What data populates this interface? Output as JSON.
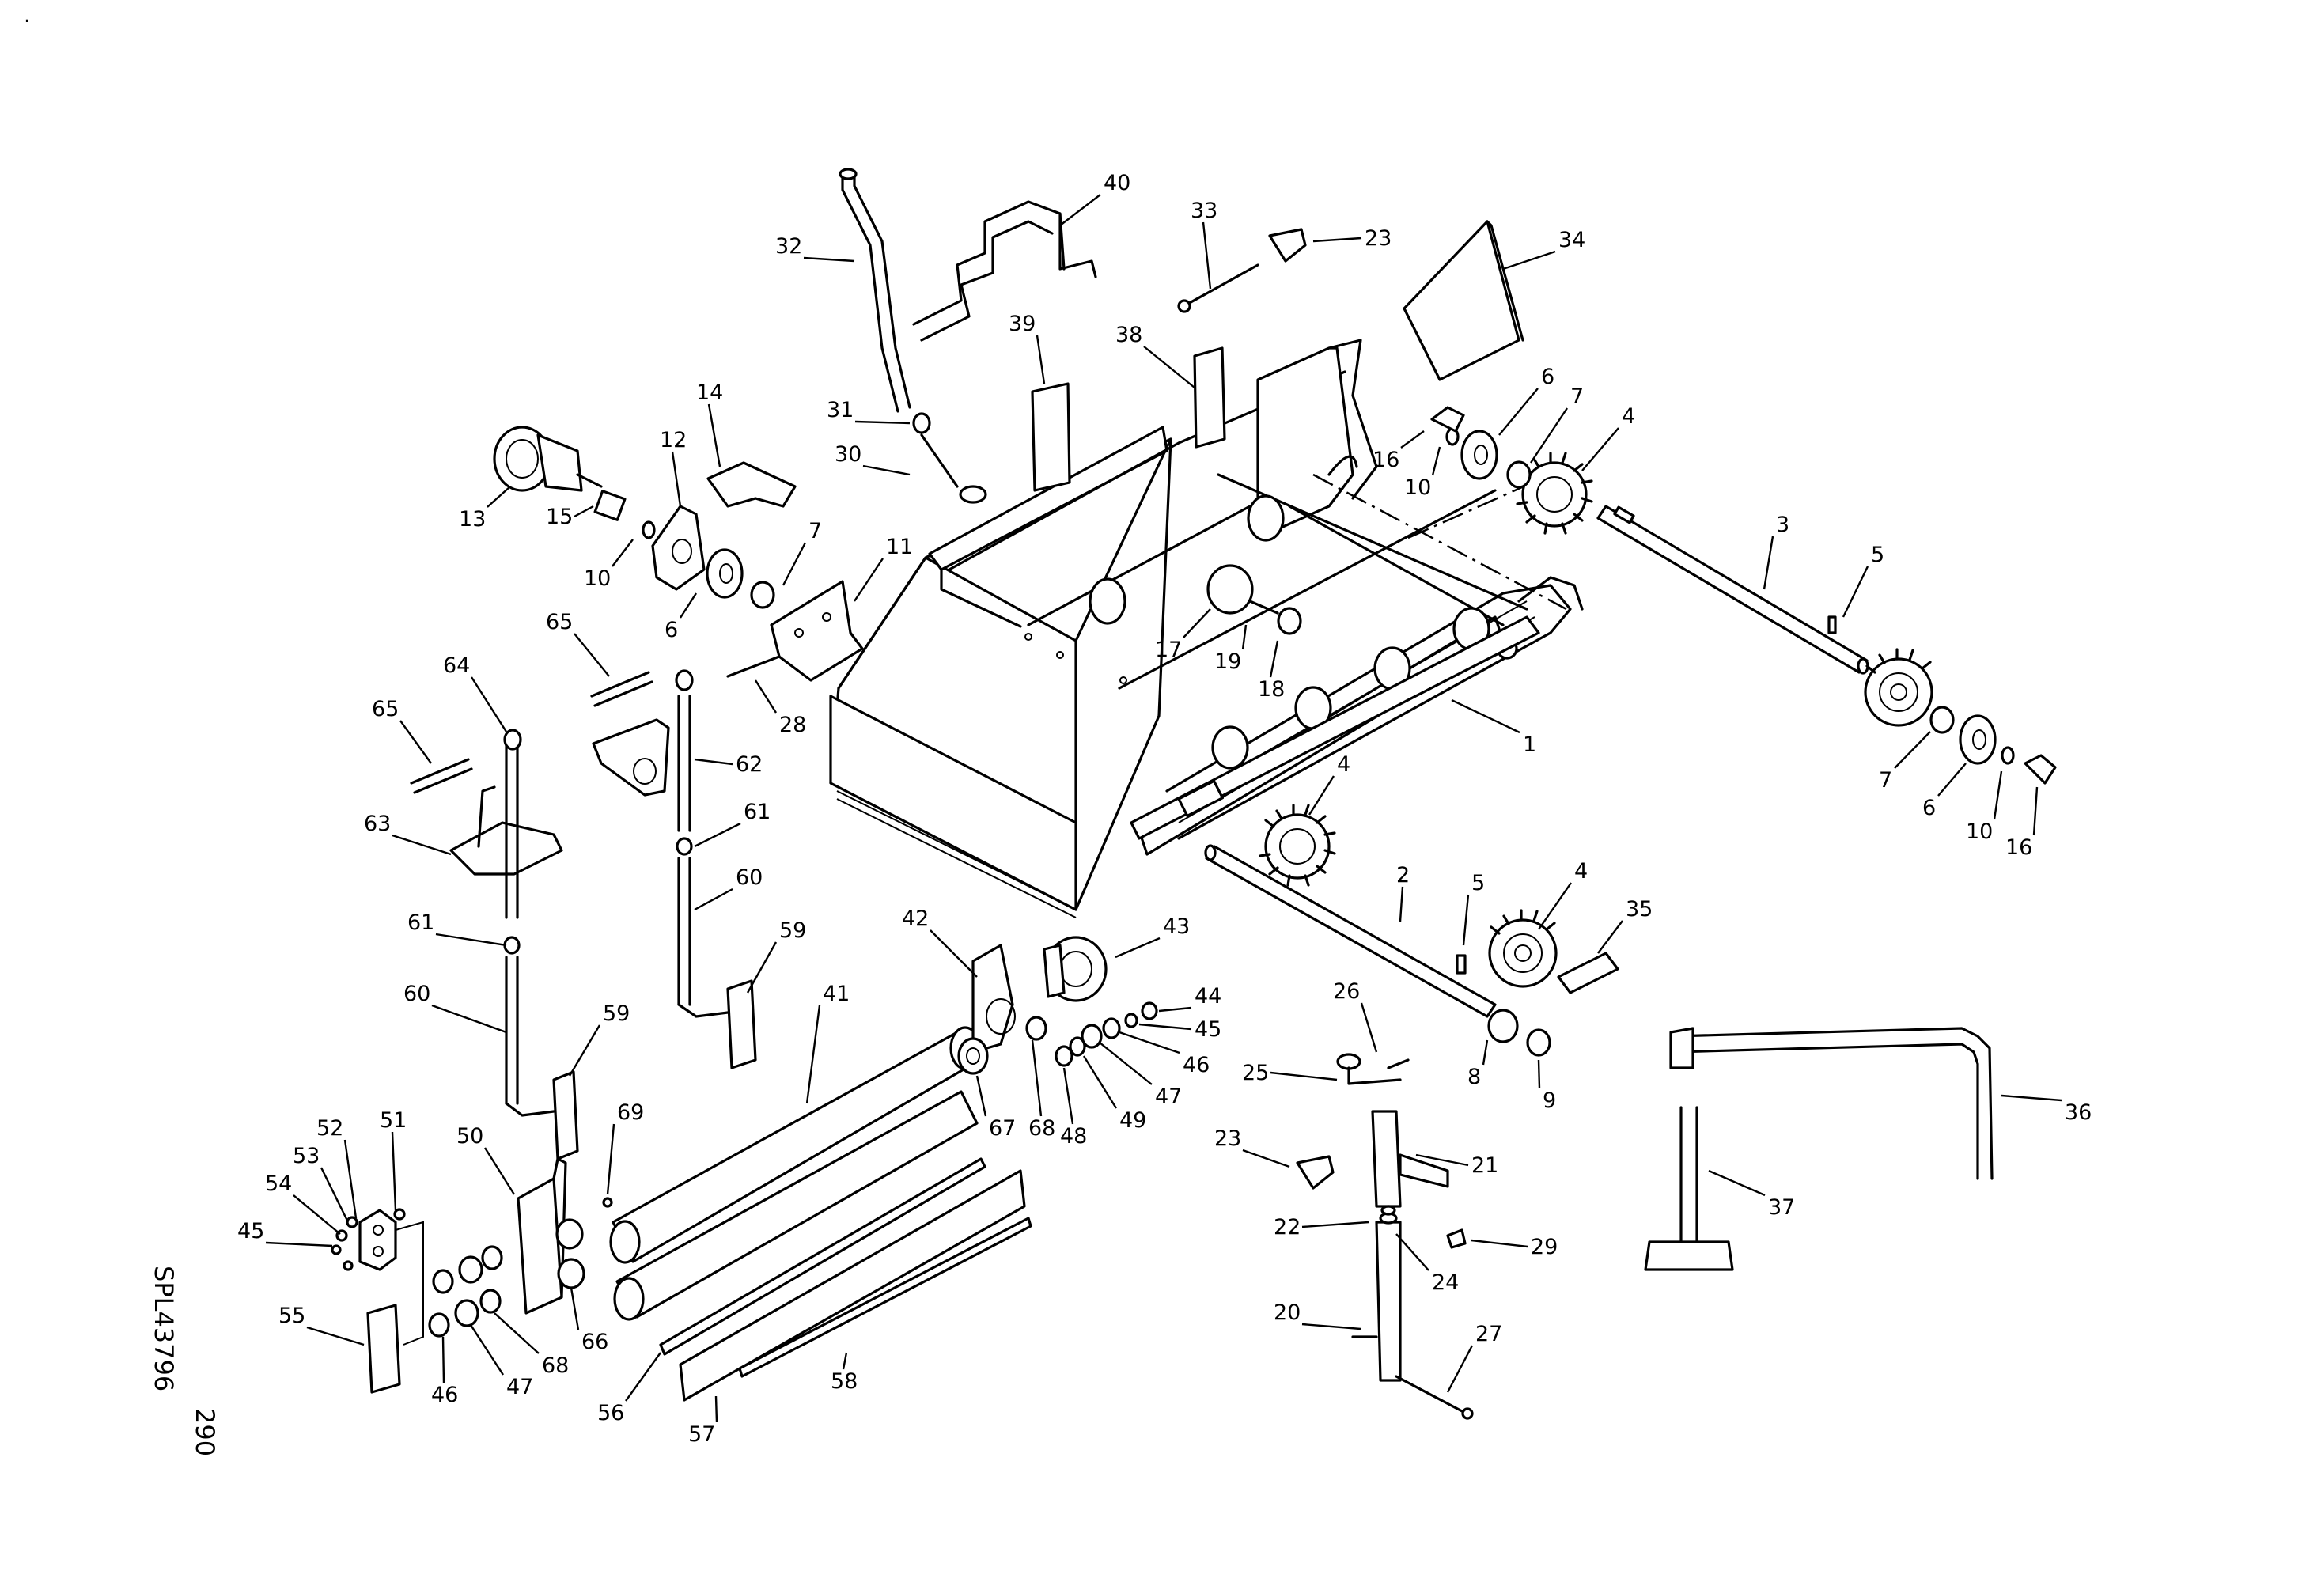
{
  "drawing": {
    "page_number": "290",
    "drawing_code": "SPL43796",
    "stray_mark": "."
  },
  "callouts": [
    {
      "id": "c1",
      "label": "1"
    },
    {
      "id": "c2",
      "label": "2"
    },
    {
      "id": "c3",
      "label": "3"
    },
    {
      "id": "c4a",
      "label": "4"
    },
    {
      "id": "c4b",
      "label": "4"
    },
    {
      "id": "c4c",
      "label": "4"
    },
    {
      "id": "c5a",
      "label": "5"
    },
    {
      "id": "c5b",
      "label": "5"
    },
    {
      "id": "c6a",
      "label": "6"
    },
    {
      "id": "c6b",
      "label": "6"
    },
    {
      "id": "c6c",
      "label": "6"
    },
    {
      "id": "c7a",
      "label": "7"
    },
    {
      "id": "c7b",
      "label": "7"
    },
    {
      "id": "c7c",
      "label": "7"
    },
    {
      "id": "c8",
      "label": "8"
    },
    {
      "id": "c9",
      "label": "9"
    },
    {
      "id": "c10a",
      "label": "10"
    },
    {
      "id": "c10b",
      "label": "10"
    },
    {
      "id": "c10c",
      "label": "10"
    },
    {
      "id": "c11",
      "label": "11"
    },
    {
      "id": "c12",
      "label": "12"
    },
    {
      "id": "c13",
      "label": "13"
    },
    {
      "id": "c14",
      "label": "14"
    },
    {
      "id": "c15",
      "label": "15"
    },
    {
      "id": "c16a",
      "label": "16"
    },
    {
      "id": "c16b",
      "label": "16"
    },
    {
      "id": "c17",
      "label": "17"
    },
    {
      "id": "c18",
      "label": "18"
    },
    {
      "id": "c19",
      "label": "19"
    },
    {
      "id": "c20",
      "label": "20"
    },
    {
      "id": "c21",
      "label": "21"
    },
    {
      "id": "c22",
      "label": "22"
    },
    {
      "id": "c23a",
      "label": "23"
    },
    {
      "id": "c23b",
      "label": "23"
    },
    {
      "id": "c24",
      "label": "24"
    },
    {
      "id": "c25",
      "label": "25"
    },
    {
      "id": "c26",
      "label": "26"
    },
    {
      "id": "c27",
      "label": "27"
    },
    {
      "id": "c28",
      "label": "28"
    },
    {
      "id": "c29",
      "label": "29"
    },
    {
      "id": "c30",
      "label": "30"
    },
    {
      "id": "c31",
      "label": "31"
    },
    {
      "id": "c32",
      "label": "32"
    },
    {
      "id": "c33",
      "label": "33"
    },
    {
      "id": "c34",
      "label": "34"
    },
    {
      "id": "c35",
      "label": "35"
    },
    {
      "id": "c36",
      "label": "36"
    },
    {
      "id": "c37",
      "label": "37"
    },
    {
      "id": "c38",
      "label": "38"
    },
    {
      "id": "c39",
      "label": "39"
    },
    {
      "id": "c40",
      "label": "40"
    },
    {
      "id": "c41",
      "label": "41"
    },
    {
      "id": "c42",
      "label": "42"
    },
    {
      "id": "c43",
      "label": "43"
    },
    {
      "id": "c44",
      "label": "44"
    },
    {
      "id": "c45a",
      "label": "45"
    },
    {
      "id": "c45b",
      "label": "45"
    },
    {
      "id": "c46a",
      "label": "46"
    },
    {
      "id": "c46b",
      "label": "46"
    },
    {
      "id": "c47a",
      "label": "47"
    },
    {
      "id": "c47b",
      "label": "47"
    },
    {
      "id": "c48",
      "label": "48"
    },
    {
      "id": "c49",
      "label": "49"
    },
    {
      "id": "c50",
      "label": "50"
    },
    {
      "id": "c51",
      "label": "51"
    },
    {
      "id": "c52",
      "label": "52"
    },
    {
      "id": "c53",
      "label": "53"
    },
    {
      "id": "c54",
      "label": "54"
    },
    {
      "id": "c55",
      "label": "55"
    },
    {
      "id": "c56",
      "label": "56"
    },
    {
      "id": "c57",
      "label": "57"
    },
    {
      "id": "c58",
      "label": "58"
    },
    {
      "id": "c59a",
      "label": "59"
    },
    {
      "id": "c59b",
      "label": "59"
    },
    {
      "id": "c60a",
      "label": "60"
    },
    {
      "id": "c60b",
      "label": "60"
    },
    {
      "id": "c61a",
      "label": "61"
    },
    {
      "id": "c61b",
      "label": "61"
    },
    {
      "id": "c62",
      "label": "62"
    },
    {
      "id": "c63",
      "label": "63"
    },
    {
      "id": "c64",
      "label": "64"
    },
    {
      "id": "c65a",
      "label": "65"
    },
    {
      "id": "c65b",
      "label": "65"
    },
    {
      "id": "c66",
      "label": "66"
    },
    {
      "id": "c67",
      "label": "67"
    },
    {
      "id": "c68a",
      "label": "68"
    },
    {
      "id": "c68b",
      "label": "68"
    },
    {
      "id": "c69",
      "label": "69"
    }
  ]
}
